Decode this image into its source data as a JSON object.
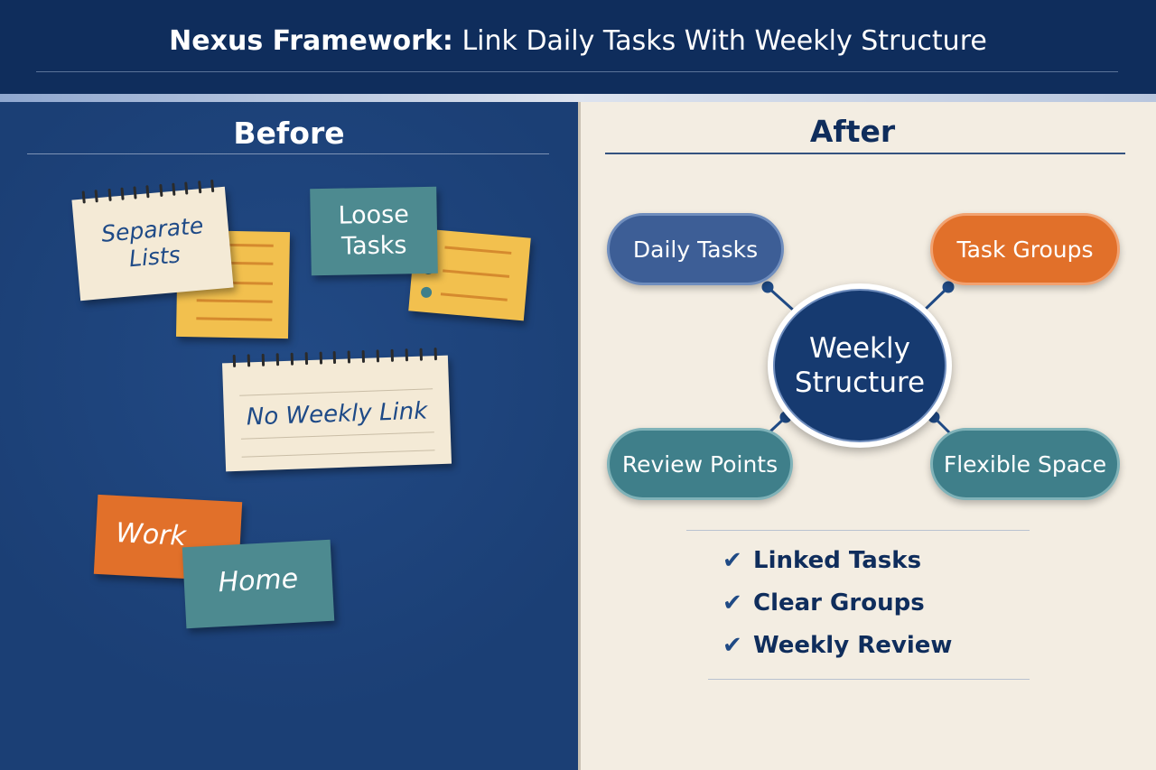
{
  "header": {
    "title_bold": "Nexus Framework:",
    "title_rest": "Link Daily Tasks With Weekly Structure"
  },
  "before": {
    "title": "Before",
    "notes": {
      "separate_lists": "Separate Lists",
      "loose_tasks": "Loose Tasks",
      "no_weekly_link": "No Weekly Link",
      "work": "Work",
      "home": "Home"
    }
  },
  "after": {
    "title": "After",
    "center": "Weekly Structure",
    "nodes": {
      "daily_tasks": "Daily Tasks",
      "task_groups": "Task Groups",
      "review_points": "Review Points",
      "flexible_space": "Flexible Space"
    },
    "benefits": [
      "Linked Tasks",
      "Clear Groups",
      "Weekly Review"
    ]
  },
  "colors": {
    "navy": "#0f2d5c",
    "panel_blue": "#1c4178",
    "cream": "#f3ede2",
    "orange": "#e1702a",
    "teal": "#3f7f8a",
    "sticky_yellow": "#f2c04e",
    "blue_pill": "#3d5e96"
  },
  "icons": [
    "checkmark-icon",
    "spiral-binding"
  ]
}
